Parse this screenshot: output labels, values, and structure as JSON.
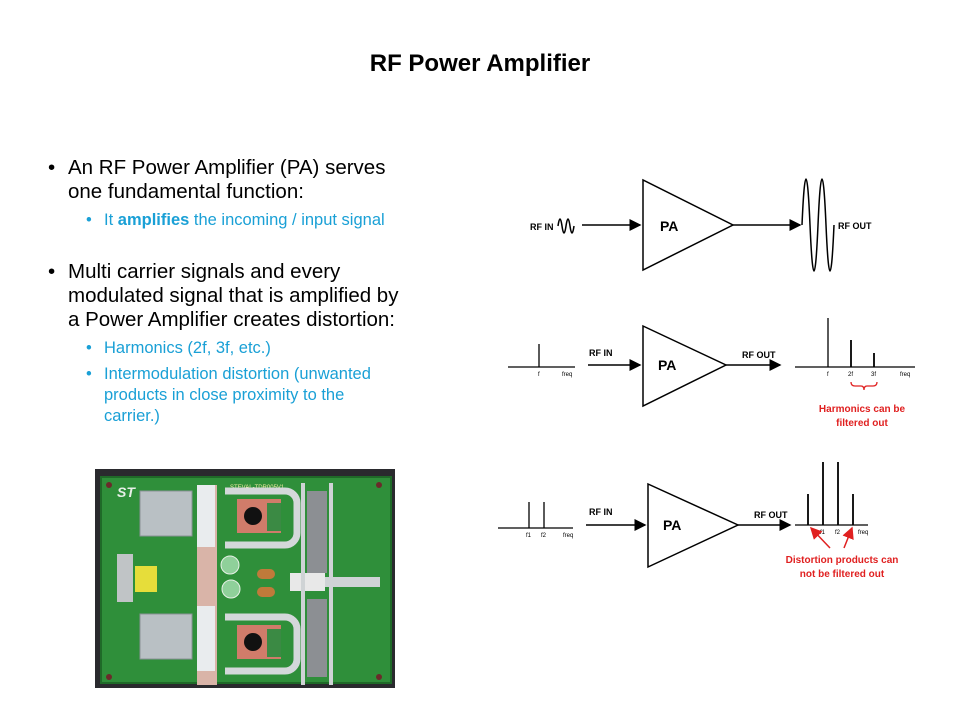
{
  "slide": {
    "title": "RF Power Amplifier",
    "bullets": [
      {
        "text": "An RF Power Amplifier (PA) serves one fundamental function:",
        "sub": [
          {
            "prefix": "It ",
            "bold": "amplifies",
            "suffix": " the incoming / input signal"
          }
        ]
      },
      {
        "text": "Multi carrier signals and every modulated signal that is amplified by a Power Amplifier creates distortion:",
        "sub": [
          {
            "text": "Harmonics (2f, 3f, etc.)"
          },
          {
            "text": "Intermodulation distortion (unwanted products in close proximity to the carrier.)"
          }
        ]
      }
    ],
    "bullet_line1_a": "An RF Power Amplifier (PA) serves",
    "bullet_line1_b": "one fundamental function:",
    "sub1_prefix": "It ",
    "sub1_bold": "amplifies",
    "sub1_suffix": " the incoming / input signal",
    "bullet_line2_a": "Multi carrier signals and every",
    "bullet_line2_b": "modulated signal that is amplified by",
    "bullet_line2_c": "a Power Amplifier creates distortion:",
    "sub2_1": "Harmonics (2f, 3f, etc.)",
    "sub2_2_a": "Intermodulation distortion (unwanted",
    "sub2_2_b": "products in close proximity to the",
    "sub2_2_c": "carrier.)"
  },
  "photo": {
    "description": "RF power amplifier evaluation board (PCB)",
    "board_label": "STEVAL-TDR005V1",
    "logo": "ST"
  },
  "diagram": {
    "block_label": "PA",
    "top": {
      "in_label": "RF IN",
      "out_label": "RF OUT"
    },
    "middle": {
      "in_label": "RF IN",
      "out_label": "RF OUT",
      "in_ticks": [
        "f",
        "freq"
      ],
      "out_ticks": [
        "f",
        "2f",
        "3f",
        "freq"
      ],
      "annotation_line1": "Harmonics can be",
      "annotation_line2": "filtered out"
    },
    "bottom": {
      "in_label": "RF IN",
      "out_label": "RF OUT",
      "in_ticks": [
        "f1",
        "f2",
        "freq"
      ],
      "out_ticks": [
        "f1",
        "f2",
        "freq"
      ],
      "annotation_line1": "Distortion products can",
      "annotation_line2": "not be filtered out"
    },
    "colors": {
      "line": "#000000",
      "annotation": "#e02020",
      "text_blue": "#1aa0d6"
    }
  }
}
